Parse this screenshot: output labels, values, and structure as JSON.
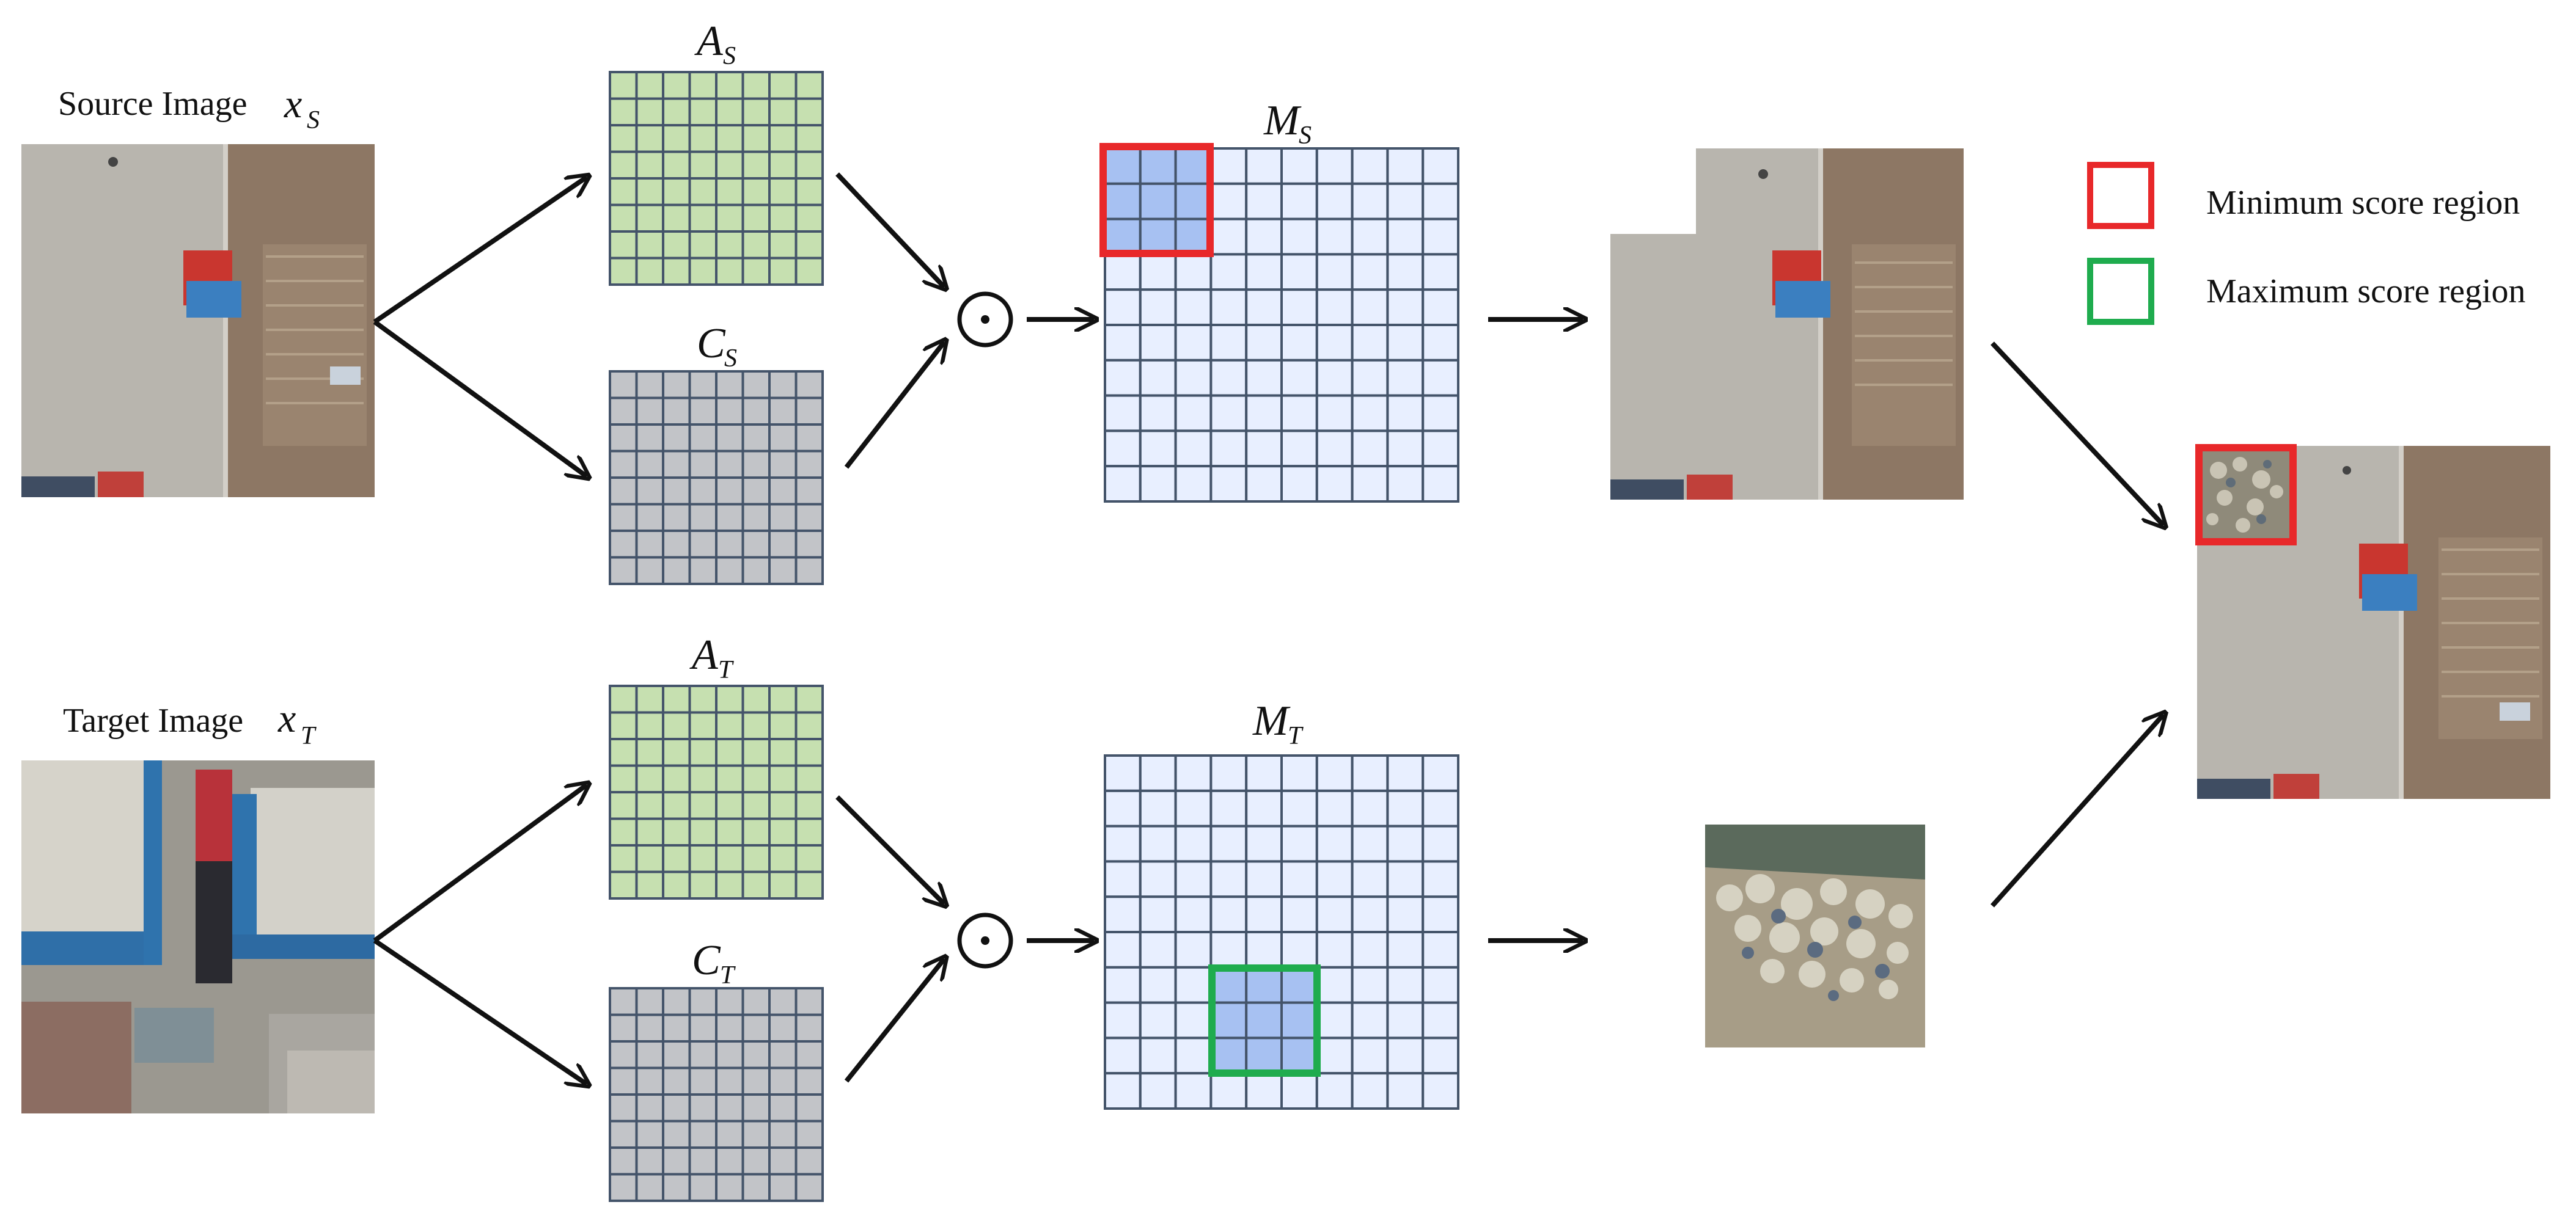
{
  "labels": {
    "source_image": "Source Image",
    "source_symbol": "x",
    "source_symbol_sub": "S",
    "target_image": "Target Image",
    "target_symbol": "x",
    "target_symbol_sub": "T",
    "a_s": "A",
    "a_s_sub": "S",
    "c_s": "C",
    "c_s_sub": "S",
    "a_t": "A",
    "a_t_sub": "T",
    "c_t": "C",
    "c_t_sub": "T",
    "m_s": "M",
    "m_s_sub": "S",
    "m_t": "M",
    "m_t_sub": "T",
    "odot": "⊙"
  },
  "legend": {
    "min_label": "Minimum score region",
    "max_label": "Maximum score region",
    "min_color": "#e8282a",
    "max_color": "#1fac4e"
  },
  "colors": {
    "attention_grid": "#c6e0b0",
    "confidence_grid": "#c2c4c8",
    "score_grid": "#e8efff",
    "score_highlight": "#a7c1f2",
    "grid_line": "#44546a"
  },
  "grids": {
    "attention_size": "8x8",
    "score_size": "10x10"
  },
  "icons": {
    "operator": "hadamard-product-icon",
    "arrows": "arrow-icon"
  }
}
